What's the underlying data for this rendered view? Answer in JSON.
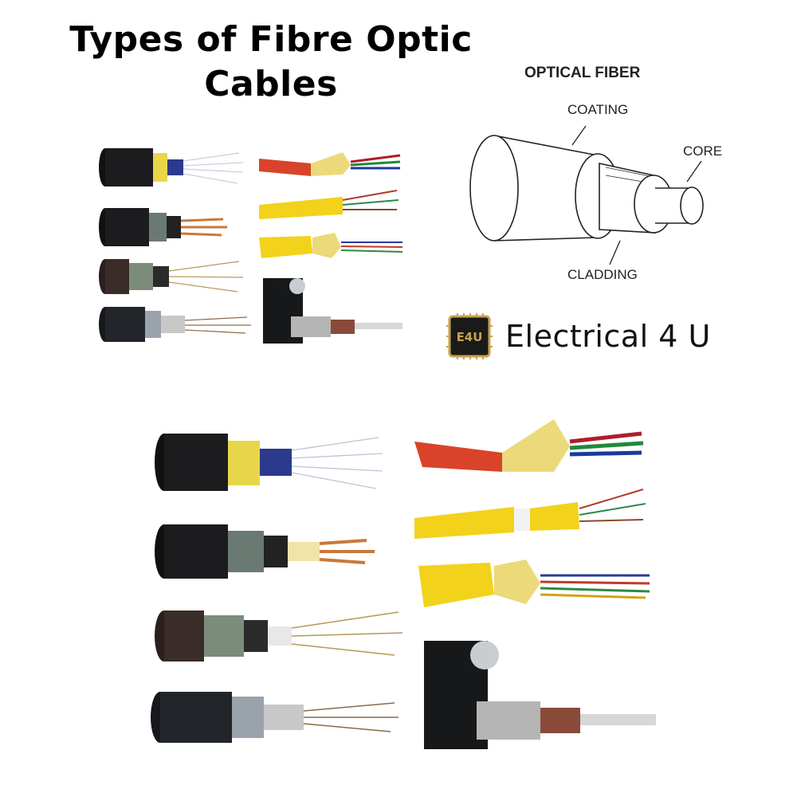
{
  "title": {
    "line1": "Types of Fibre Optic",
    "line2": "Cables"
  },
  "diagram": {
    "heading": "OPTICAL FIBER",
    "labels": {
      "coating": "COATING",
      "core": "CORE",
      "cladding": "CLADDING"
    }
  },
  "brand": {
    "logo_text": "E4U",
    "name": "Electrical 4 U",
    "accent": "#c8a24a"
  },
  "colors": {
    "jacket_black": "#1c1c1e",
    "jacket_red": "#d9432a",
    "jacket_yellow": "#f2d21b",
    "aramid": "#ecd97a"
  }
}
